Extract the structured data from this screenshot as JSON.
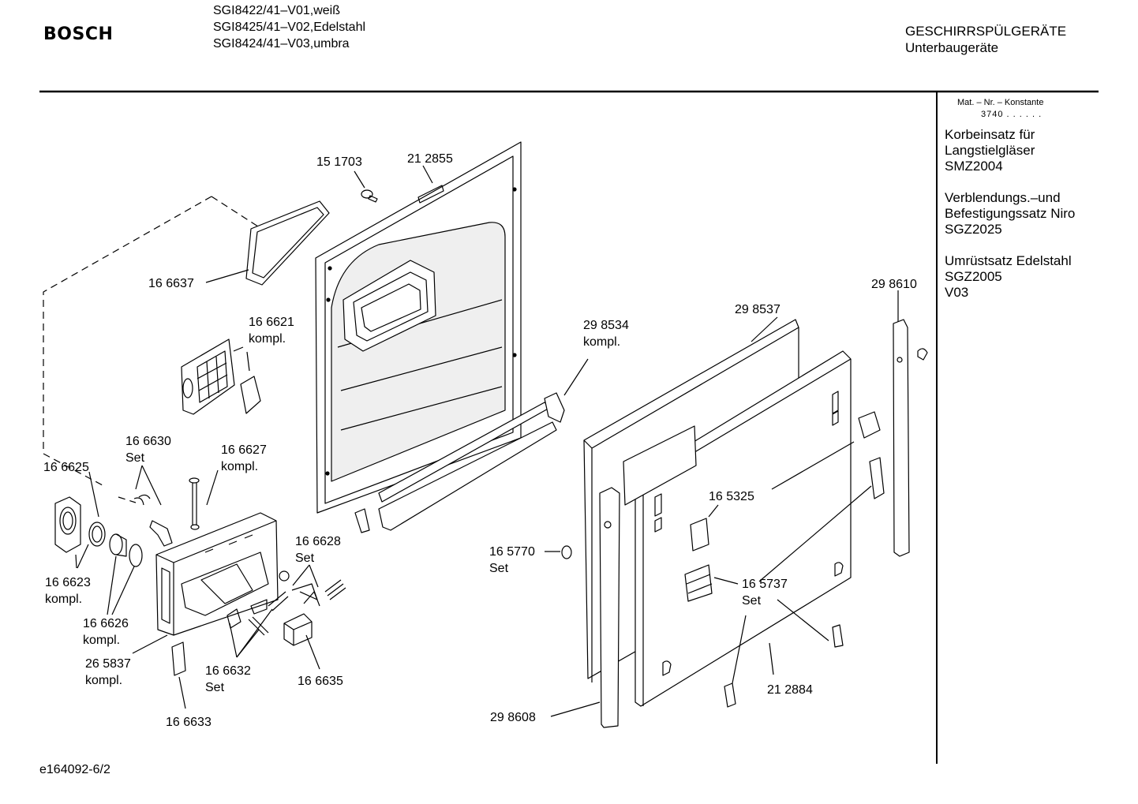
{
  "header": {
    "brand": "BOSCH",
    "models": [
      "SGI8422/41–V01,weiß",
      "SGI8425/41–V02,Edelstahl",
      "SGI8424/41–V03,umbra"
    ],
    "category": "GESCHIRRSPÜLGERÄTE",
    "subcategory": "Unterbaugeräte"
  },
  "sidebar": {
    "mat_header": "Mat. – Nr. – Konstante",
    "mat_value": "3740 . . . . . .",
    "accessories": [
      [
        "Korbeinsatz für",
        "Langstielgläser",
        "SMZ2004"
      ],
      [
        "Verblendungs.–und",
        "Befestigungssatz Niro",
        "SGZ2025"
      ],
      [
        "Umrüstsatz Edelstahl",
        "SGZ2005",
        "V03"
      ]
    ]
  },
  "labels": {
    "p151703": "15 1703",
    "p212855": "21 2855",
    "p166637": "16 6637",
    "p166621": [
      "16 6621",
      "kompl."
    ],
    "p166630": [
      "16 6630",
      "Set"
    ],
    "p166627": [
      "16 6627",
      "kompl."
    ],
    "p166625": "16 6625",
    "p166623": [
      "16 6623",
      "kompl."
    ],
    "p166626": [
      "16 6626",
      "kompl."
    ],
    "p265837": [
      "26 5837",
      "kompl."
    ],
    "p166628": [
      "16 6628",
      "Set"
    ],
    "p166632": [
      "16 6632",
      "Set"
    ],
    "p166635": "16 6635",
    "p166633": "16 6633",
    "p298534": [
      "29 8534",
      "kompl."
    ],
    "p298537": "29 8537",
    "p298610": "29 8610",
    "p165325": "16 5325",
    "p165770": [
      "16 5770",
      "Set"
    ],
    "p165737": [
      "16 5737",
      "Set"
    ],
    "p212884": "21 2884",
    "p298608": "29 8608"
  },
  "footer": {
    "drawing_id": "e164092-6/2"
  }
}
